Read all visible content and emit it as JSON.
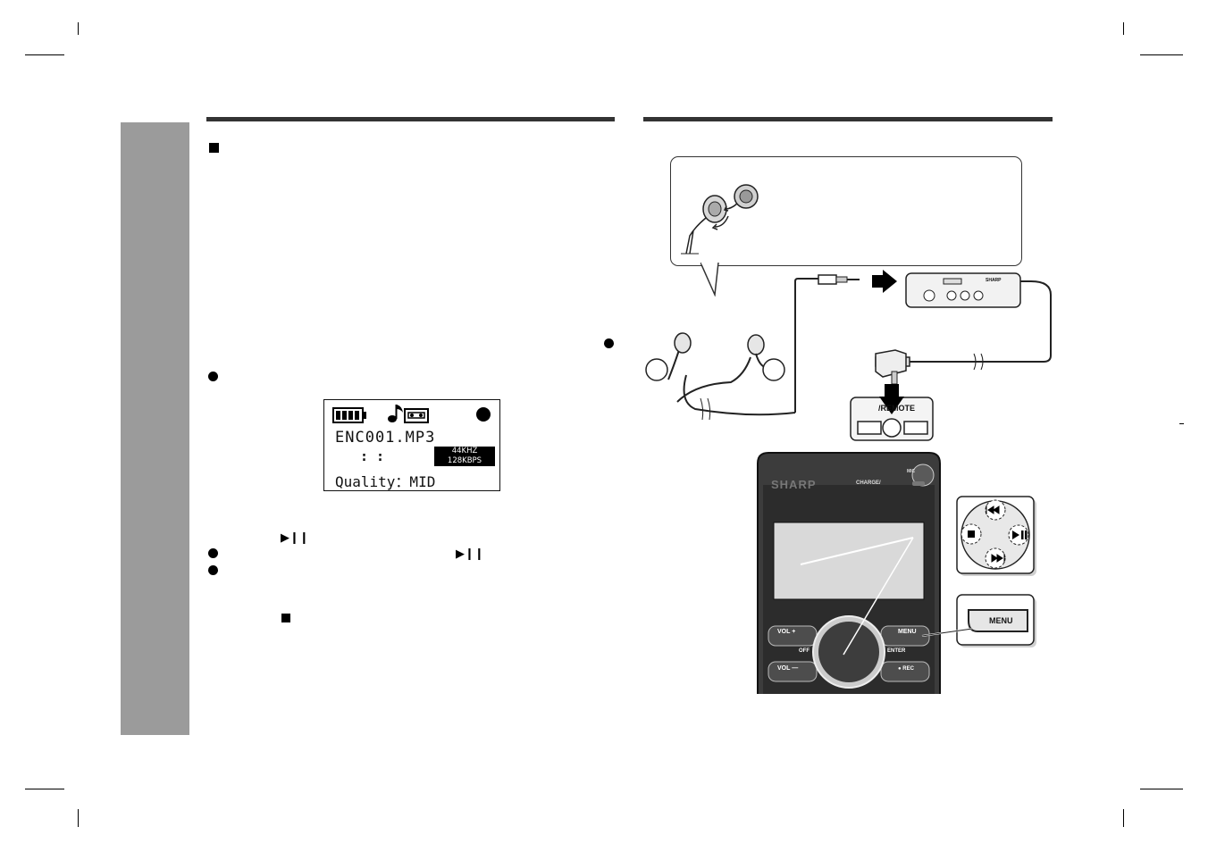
{
  "display": {
    "filename": "ENC001.MP3",
    "time": ":  :",
    "frequency": "44KHZ",
    "bitrate": "128KBPS",
    "quality": "Quality：MID"
  },
  "glyphs": {
    "play_pause": "▶❙❙",
    "stop": "■"
  },
  "device": {
    "brand": "SHARP",
    "charge": "CHARGE/",
    "mic": "MIC",
    "remote_jack": "/REMOTE",
    "buttons": {
      "vol_plus": "VOL +",
      "vol_minus": "VOL —",
      "menu": "MENU",
      "rec": "● REC",
      "off": "OFF",
      "enter": "ENTER"
    },
    "callout_menu": "MENU"
  },
  "colors": {
    "sidebar": "#9b9b9b",
    "rule": "#333333",
    "device_body": "#3a3a3a"
  },
  "icons": [
    "battery-icon",
    "music-note-icon",
    "cassette-icon",
    "record-dot-icon",
    "earphones-icon",
    "remote-control-icon",
    "plug-icon",
    "dpad-icon"
  ]
}
